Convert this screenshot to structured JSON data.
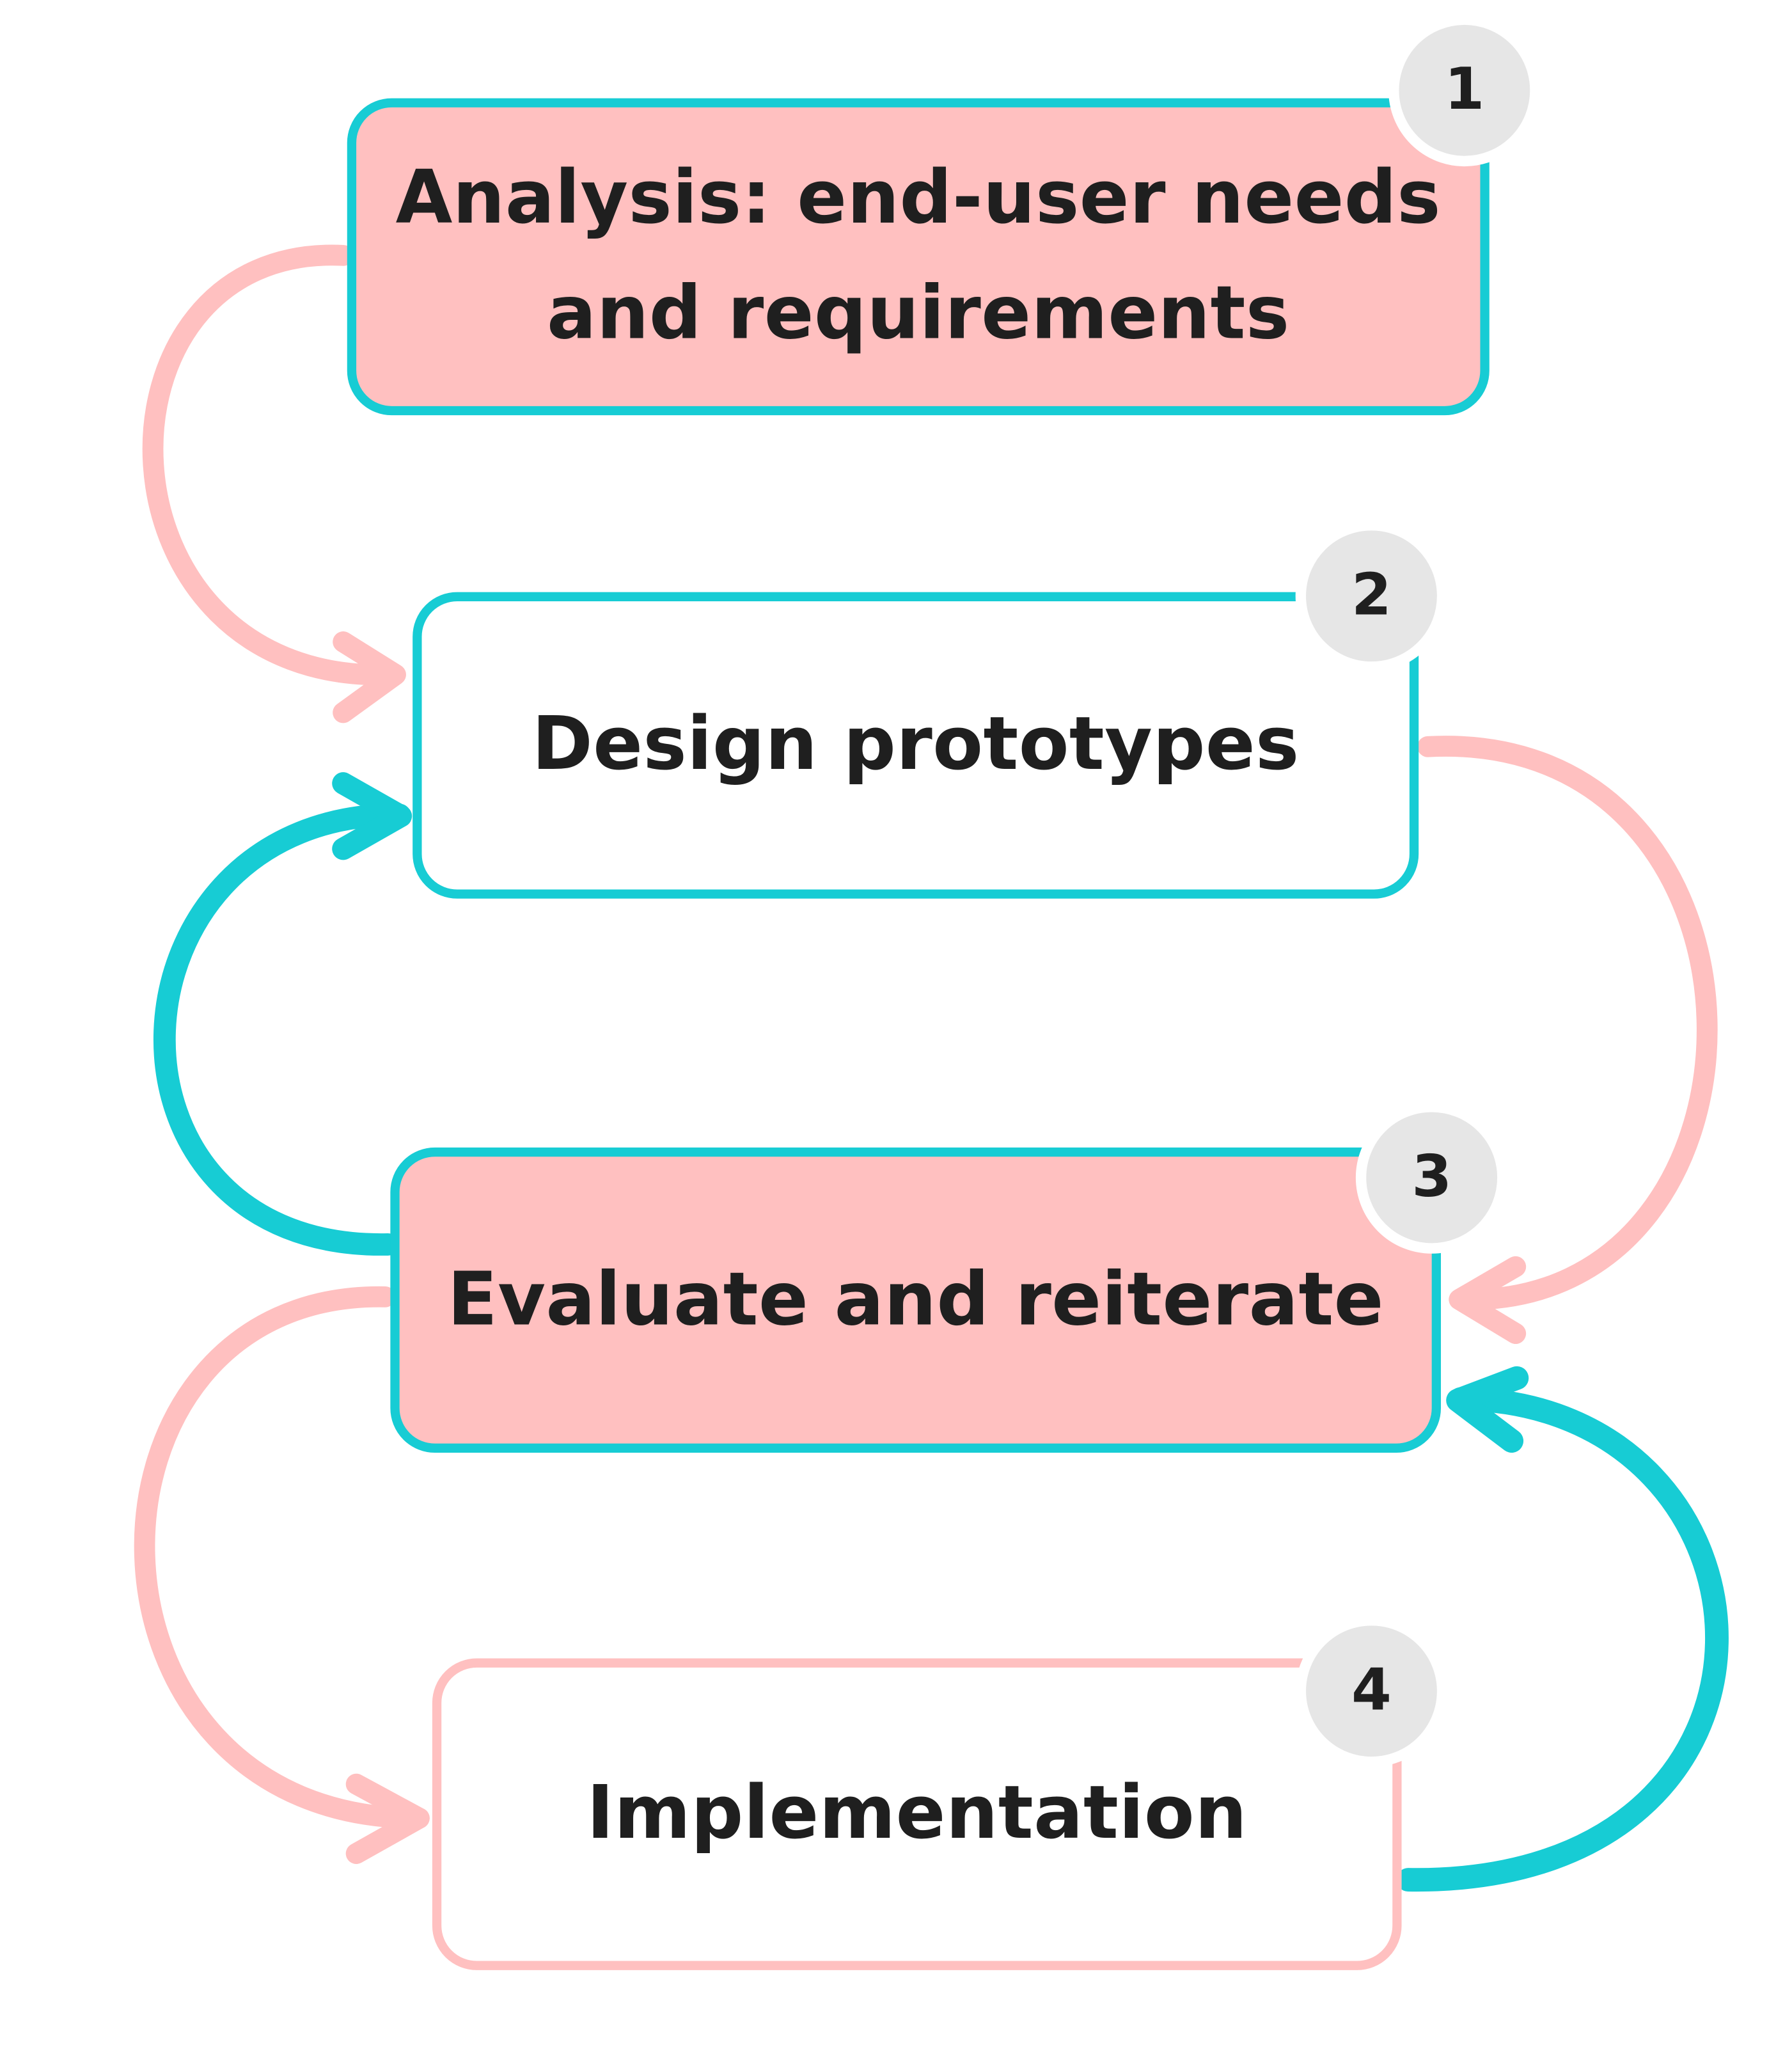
{
  "colors": {
    "accent_teal": "#17ccd4",
    "accent_pink": "#ffc0c0",
    "highlight_fill": "#ffc0c0",
    "plain_fill": "#ffffff",
    "badge_fill": "#e6e6e6",
    "text": "#1f1f1f"
  },
  "steps": [
    {
      "number": "1",
      "label": "Analysis: end-user needs and requirements",
      "fill": "#ffc0c0",
      "border": "#17ccd4"
    },
    {
      "number": "2",
      "label": "Design prototypes",
      "fill": "#ffffff",
      "border": "#17ccd4"
    },
    {
      "number": "3",
      "label": "Evaluate and reiterate",
      "fill": "#ffc0c0",
      "border": "#17ccd4"
    },
    {
      "number": "4",
      "label": "Implementation",
      "fill": "#ffffff",
      "border": "#ffc0c0"
    }
  ],
  "connectors": [
    {
      "from": "1",
      "to": "2",
      "color": "#ffc0c0",
      "side": "left"
    },
    {
      "from": "2",
      "to": "3",
      "color": "#ffc0c0",
      "side": "right"
    },
    {
      "from": "3",
      "to": "2",
      "color": "#17ccd4",
      "side": "left"
    },
    {
      "from": "3",
      "to": "4",
      "color": "#ffc0c0",
      "side": "left"
    },
    {
      "from": "4",
      "to": "3",
      "color": "#17ccd4",
      "side": "right"
    }
  ]
}
